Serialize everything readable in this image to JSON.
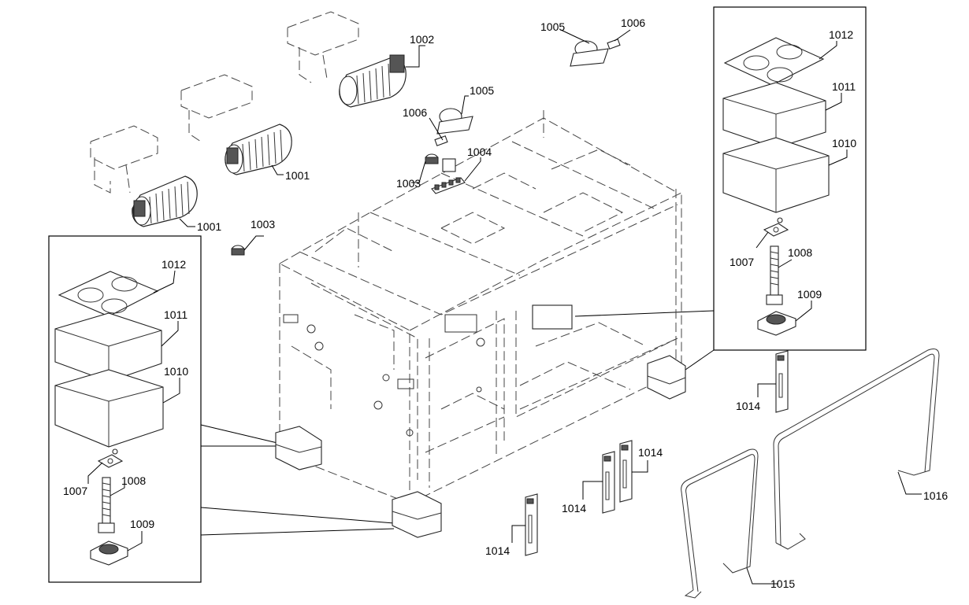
{
  "diagram": {
    "callouts": {
      "c1001a": "1001",
      "c1001b": "1001",
      "c1002": "1002",
      "c1003a": "1003",
      "c1003b": "1003",
      "c1004": "1004",
      "c1005a": "1005",
      "c1005b": "1005",
      "c1006a": "1006",
      "c1006b": "1006",
      "c1007a": "1007",
      "c1007b": "1007",
      "c1008a": "1008",
      "c1008b": "1008",
      "c1009a": "1009",
      "c1009b": "1009",
      "c1010a": "1010",
      "c1010b": "1010",
      "c1011a": "1011",
      "c1011b": "1011",
      "c1012a": "1012",
      "c1012b": "1012",
      "c1014a": "1014",
      "c1014b": "1014",
      "c1014c": "1014",
      "c1014d": "1014",
      "c1015": "1015",
      "c1016": "1016"
    }
  }
}
